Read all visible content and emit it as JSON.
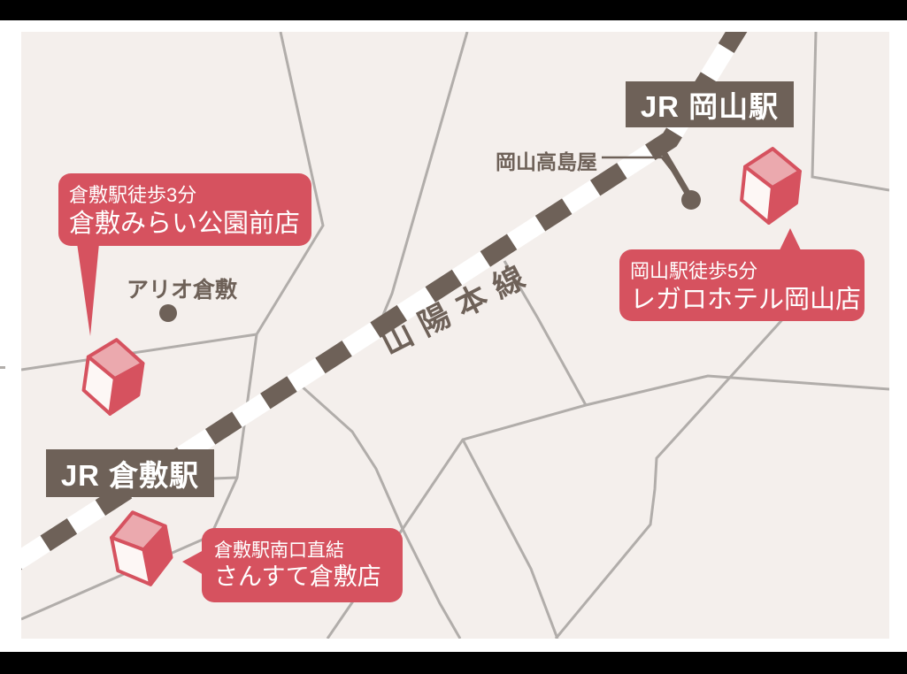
{
  "stations": [
    {
      "label": "JR 岡山駅"
    },
    {
      "label": "JR 倉敷駅"
    }
  ],
  "landmarks": [
    {
      "label": "岡山高島屋"
    },
    {
      "label": "アリオ倉敷"
    }
  ],
  "stores": [
    {
      "access": "倉敷駅徒歩3分",
      "name": "倉敷みらい公園前店"
    },
    {
      "access": "岡山駅徒歩5分",
      "name": "レガロホテル岡山店"
    },
    {
      "access": "倉敷駅南口直結",
      "name": "さんすて倉敷店"
    }
  ],
  "railway": {
    "label": "山陽本線"
  },
  "icons": {
    "store_marker": "red-3d-cube-building",
    "landmark_marker": "round-dot"
  },
  "colors": {
    "accent_red": "#d6525f",
    "dark_taupe": "#6e6158",
    "map_background": "#f4efec",
    "road_gray": "#b1adaa",
    "cube_top_pink": "#eba9ae",
    "cube_front": "#fdf7f5",
    "railway_band": "#ffffff",
    "frame_black": "#000000"
  }
}
